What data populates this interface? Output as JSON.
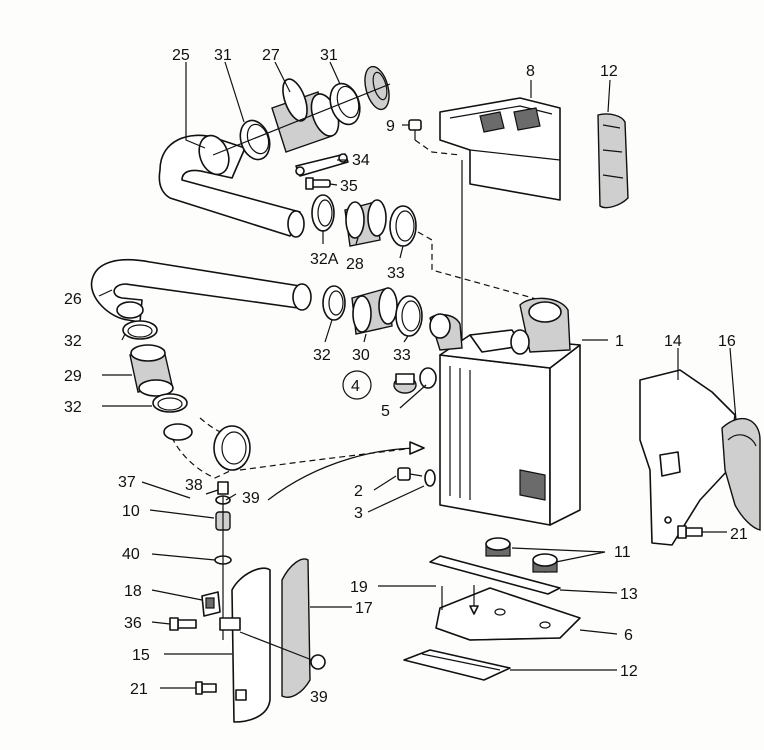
{
  "callouts": [
    {
      "id": "c25",
      "text": "25"
    },
    {
      "id": "c31a",
      "text": "31"
    },
    {
      "id": "c27",
      "text": "27"
    },
    {
      "id": "c31b",
      "text": "31"
    },
    {
      "id": "c8",
      "text": "8"
    },
    {
      "id": "c12a",
      "text": "12"
    },
    {
      "id": "c9",
      "text": "9"
    },
    {
      "id": "c34",
      "text": "34"
    },
    {
      "id": "c35",
      "text": "35"
    },
    {
      "id": "c32a",
      "text": "32A"
    },
    {
      "id": "c28",
      "text": "28"
    },
    {
      "id": "c33a",
      "text": "33"
    },
    {
      "id": "c26",
      "text": "26"
    },
    {
      "id": "c32b",
      "text": "32"
    },
    {
      "id": "c32c",
      "text": "32"
    },
    {
      "id": "c30",
      "text": "30"
    },
    {
      "id": "c33b",
      "text": "33"
    },
    {
      "id": "c1",
      "text": "1"
    },
    {
      "id": "c14",
      "text": "14"
    },
    {
      "id": "c16",
      "text": "16"
    },
    {
      "id": "c29",
      "text": "29"
    },
    {
      "id": "c4",
      "text": "4"
    },
    {
      "id": "c5",
      "text": "5"
    },
    {
      "id": "c32d",
      "text": "32"
    },
    {
      "id": "c37",
      "text": "37"
    },
    {
      "id": "c38",
      "text": "38"
    },
    {
      "id": "c39a",
      "text": "39"
    },
    {
      "id": "c2",
      "text": "2"
    },
    {
      "id": "c3",
      "text": "3"
    },
    {
      "id": "c10",
      "text": "10"
    },
    {
      "id": "c21a",
      "text": "21"
    },
    {
      "id": "c11",
      "text": "11"
    },
    {
      "id": "c40",
      "text": "40"
    },
    {
      "id": "c19",
      "text": "19"
    },
    {
      "id": "c13",
      "text": "13"
    },
    {
      "id": "c18",
      "text": "18"
    },
    {
      "id": "c17",
      "text": "17"
    },
    {
      "id": "c36",
      "text": "36"
    },
    {
      "id": "c6",
      "text": "6"
    },
    {
      "id": "c15",
      "text": "15"
    },
    {
      "id": "c12b",
      "text": "12"
    },
    {
      "id": "c21b",
      "text": "21"
    },
    {
      "id": "c39b",
      "text": "39"
    }
  ]
}
